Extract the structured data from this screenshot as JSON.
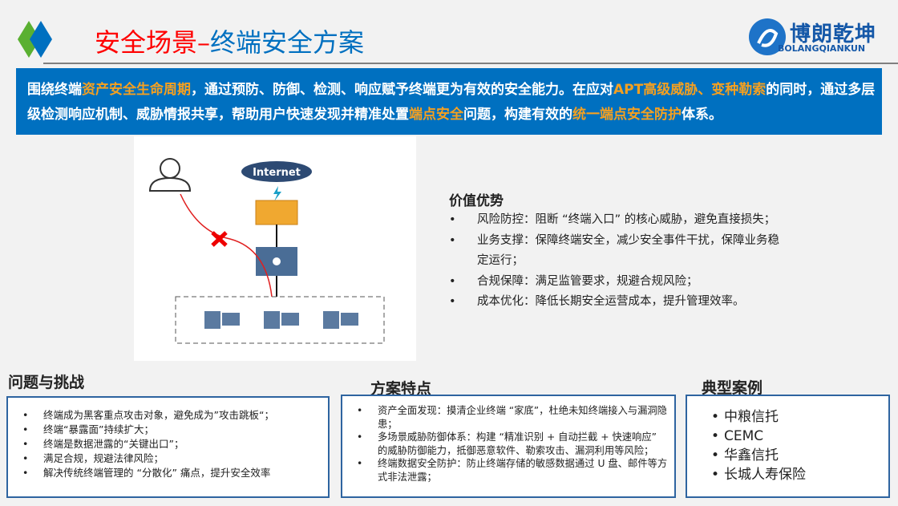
{
  "header": {
    "title_red": "安全场景–",
    "title_blue": "终端安全方案",
    "logo_cn": "博朗乾坤",
    "logo_en": "BOLANGQIANKUN"
  },
  "banner": {
    "segments": [
      {
        "t": "围绕终端",
        "hl": false
      },
      {
        "t": "资产安全生命周期",
        "hl": true
      },
      {
        "t": "，通过预防、防御、检测、响应赋予终端更为有效的安全能力。在应对",
        "hl": false
      },
      {
        "t": "APT高级威胁、变种勒索",
        "hl": true
      },
      {
        "t": "的同时，通过多层级检测响应机制、威胁情报共享，帮助用户快速发现并精准处置",
        "hl": false
      },
      {
        "t": "端点安全",
        "hl": true
      },
      {
        "t": "问题，构建有效的",
        "hl": false
      },
      {
        "t": "统一端点安全防护",
        "hl": true
      },
      {
        "t": "体系。",
        "hl": false
      }
    ]
  },
  "diagram": {
    "cloud_label": "Internet"
  },
  "value": {
    "title": "价值优势",
    "items": [
      "风险防控：阻断 “终端入口” 的核心威胁，避免直接损失；",
      "业务支撑：保障终端安全，减少安全事件干扰，保障业务稳定运行；",
      "合规保障：满足监管要求，规避合规风险；",
      "成本优化：降低长期安全运营成本，提升管理效率。"
    ]
  },
  "problems": {
    "title": "问题与挑战",
    "items": [
      "终端成为黑客重点攻击对象，避免成为”攻击跳板“；",
      "终端“暴露面”持续扩大；",
      "终端是数据泄露的“关键出口”；",
      "满足合规，规避法律风险；",
      "解决传统终端管理的 “分散化” 痛点，提升安全效率"
    ]
  },
  "features": {
    "title": "方案特点",
    "items": [
      "资产全面发现：摸清企业终端 “家底”，杜绝未知终端接入与漏洞隐患；",
      "多场景威胁防御体系：构建 “精准识别 + 自动拦截 + 快速响应” 的威胁防御能力，抵御恶意软件、勒索攻击、漏洞利用等风险；",
      "终端数据安全防护：防止终端存储的敏感数据通过 U 盘、邮件等方式非法泄露；"
    ]
  },
  "cases": {
    "title": "典型案例",
    "items": [
      "中粮信托",
      "CEMC",
      "华鑫信托",
      "长城人寿保险"
    ]
  },
  "bullet": "•"
}
